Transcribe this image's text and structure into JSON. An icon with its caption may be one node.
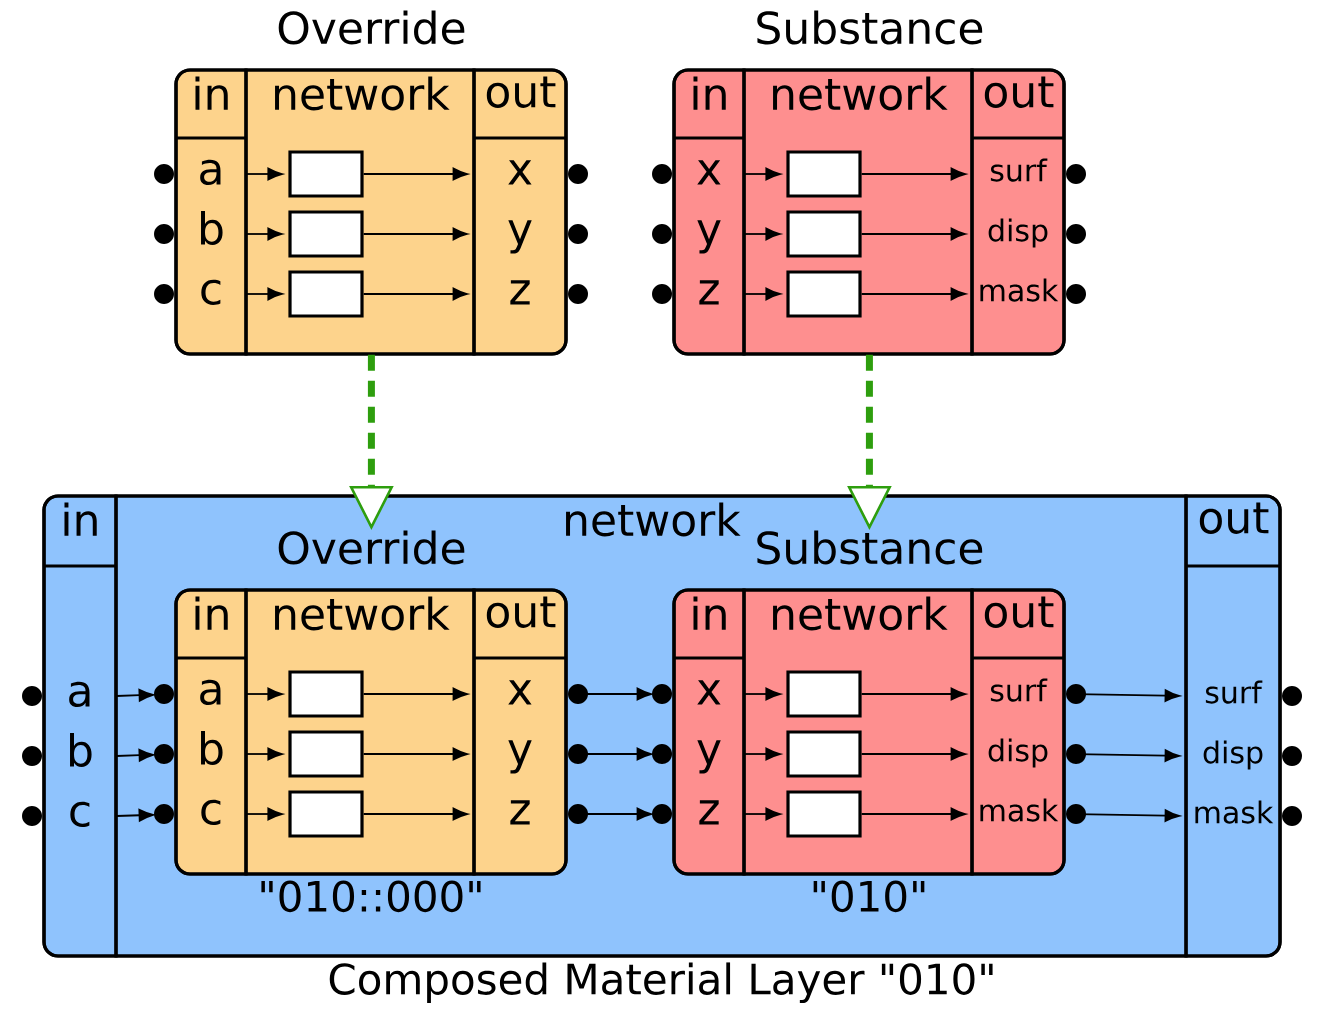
{
  "diagram": {
    "nodes": [
      {
        "text": [
          "Override"
        ]
      },
      {
        "text": [
          "in"
        ],
        "in": 0
      },
      {
        "text": [
          "network"
        ],
        "in": 0
      },
      {
        "text": [
          "out"
        ],
        "in": 0
      },
      {
        "text": [
          "a"
        ],
        "in": 1
      },
      {
        "text": [
          "b"
        ],
        "in": 1
      },
      {
        "text": [
          "c"
        ],
        "in": 1
      },
      {
        "text": [],
        "shape": "box",
        "in": 2
      },
      {
        "text": [],
        "shape": "box",
        "in": 2
      },
      {
        "text": [],
        "shape": "box",
        "in": 2
      },
      {
        "text": [
          "x"
        ],
        "in": 3
      },
      {
        "text": [
          "y"
        ],
        "in": 3
      },
      {
        "text": [
          "z"
        ],
        "in": 3
      },
      {
        "text": [
          "Substance"
        ]
      },
      {
        "text": [
          "in"
        ],
        "in": 13
      },
      {
        "text": [
          "network"
        ],
        "in": 13
      },
      {
        "text": [
          "out"
        ],
        "in": 13
      },
      {
        "text": [
          "x"
        ],
        "in": 14
      },
      {
        "text": [
          "y"
        ],
        "in": 14
      },
      {
        "text": [
          "z"
        ],
        "in": 14
      },
      {
        "text": [],
        "shape": "box",
        "in": 15
      },
      {
        "text": [],
        "shape": "box",
        "in": 15
      },
      {
        "text": [],
        "shape": "box",
        "in": 15
      },
      {
        "text": [
          "surf"
        ],
        "in": 16
      },
      {
        "text": [
          "disp"
        ],
        "in": 16
      },
      {
        "text": [
          "mask"
        ],
        "in": 16
      },
      {
        "text": [],
        "shape": "box",
        "beside": [
          "Composed Material Layer \"010\""
        ]
      },
      {
        "text": [
          "in"
        ],
        "in": 26
      },
      {
        "text": [
          "network"
        ],
        "in": 26
      },
      {
        "text": [
          "out"
        ],
        "in": 26
      },
      {
        "text": [
          "a"
        ],
        "in": 27
      },
      {
        "text": [
          "b"
        ],
        "in": 27
      },
      {
        "text": [
          "c"
        ],
        "in": 27
      },
      {
        "text": [
          "Override"
        ],
        "in": 28,
        "beside": [
          "\"010::000\""
        ]
      },
      {
        "text": [
          "in"
        ],
        "in": 33
      },
      {
        "text": [
          "network"
        ],
        "in": 33
      },
      {
        "text": [
          "out"
        ],
        "in": 33
      },
      {
        "text": [
          "a"
        ],
        "in": 34
      },
      {
        "text": [
          "b"
        ],
        "in": 34
      },
      {
        "text": [
          "c"
        ],
        "in": 34
      },
      {
        "text": [],
        "shape": "box",
        "in": 35
      },
      {
        "text": [],
        "shape": "box",
        "in": 35
      },
      {
        "text": [],
        "shape": "box",
        "in": 35
      },
      {
        "text": [
          "x"
        ],
        "in": 36
      },
      {
        "text": [
          "y"
        ],
        "in": 36
      },
      {
        "text": [
          "z"
        ],
        "in": 36
      },
      {
        "text": [
          "Substance"
        ],
        "in": 28,
        "beside": [
          "\"010\""
        ]
      },
      {
        "text": [
          "in"
        ],
        "in": 46
      },
      {
        "text": [
          "network"
        ],
        "in": 46
      },
      {
        "text": [
          "out"
        ],
        "in": 46
      },
      {
        "text": [
          "x"
        ],
        "in": 47
      },
      {
        "text": [
          "y"
        ],
        "in": 47
      },
      {
        "text": [
          "z"
        ],
        "in": 47
      },
      {
        "text": [],
        "shape": "box",
        "in": 48
      },
      {
        "text": [],
        "shape": "box",
        "in": 48
      },
      {
        "text": [],
        "shape": "box",
        "in": 48
      },
      {
        "text": [
          "surf"
        ],
        "in": 49
      },
      {
        "text": [
          "disp"
        ],
        "in": 49
      },
      {
        "text": [
          "mask"
        ],
        "in": 49
      },
      {
        "text": [
          "surf"
        ],
        "in": 29
      },
      {
        "text": [
          "disp"
        ],
        "in": 29
      },
      {
        "text": [
          "mask"
        ],
        "in": 29
      }
    ],
    "edges": [
      {
        "from": 4,
        "to": 7,
        "arrow": "to"
      },
      {
        "from": 7,
        "to": 10,
        "arrow": "to"
      },
      {
        "from": 5,
        "to": 8,
        "arrow": "to"
      },
      {
        "from": 8,
        "to": 11,
        "arrow": "to"
      },
      {
        "from": 6,
        "to": 9,
        "arrow": "to"
      },
      {
        "from": 9,
        "to": 12,
        "arrow": "to"
      },
      {
        "from": 17,
        "to": 20,
        "arrow": "to"
      },
      {
        "from": 20,
        "to": 23,
        "arrow": "to"
      },
      {
        "from": 18,
        "to": 21,
        "arrow": "to"
      },
      {
        "from": 21,
        "to": 24,
        "arrow": "to"
      },
      {
        "from": 19,
        "to": 22,
        "arrow": "to"
      },
      {
        "from": 22,
        "to": 25,
        "arrow": "to"
      },
      {
        "from": 0,
        "to": 33,
        "arrow": "to",
        "style": "dashed",
        "color": "#2e9e0e"
      },
      {
        "from": 13,
        "to": 46,
        "arrow": "to",
        "style": "dashed",
        "color": "#2e9e0e"
      },
      {
        "from": 30,
        "to": 37,
        "arrow": "to"
      },
      {
        "from": 31,
        "to": 38,
        "arrow": "to"
      },
      {
        "from": 32,
        "to": 39,
        "arrow": "to"
      },
      {
        "from": 37,
        "to": 40,
        "arrow": "to"
      },
      {
        "from": 40,
        "to": 43,
        "arrow": "to"
      },
      {
        "from": 38,
        "to": 41,
        "arrow": "to"
      },
      {
        "from": 41,
        "to": 44,
        "arrow": "to"
      },
      {
        "from": 39,
        "to": 42,
        "arrow": "to"
      },
      {
        "from": 42,
        "to": 45,
        "arrow": "to"
      },
      {
        "from": 43,
        "to": 50,
        "arrow": "to"
      },
      {
        "from": 44,
        "to": 51,
        "arrow": "to"
      },
      {
        "from": 45,
        "to": 52,
        "arrow": "to"
      },
      {
        "from": 50,
        "to": 53,
        "arrow": "to"
      },
      {
        "from": 53,
        "to": 56,
        "arrow": "to"
      },
      {
        "from": 51,
        "to": 54,
        "arrow": "to"
      },
      {
        "from": 54,
        "to": 57,
        "arrow": "to"
      },
      {
        "from": 52,
        "to": 55,
        "arrow": "to"
      },
      {
        "from": 55,
        "to": 58,
        "arrow": "to"
      },
      {
        "from": 56,
        "to": 59,
        "arrow": "to"
      },
      {
        "from": 57,
        "to": 60,
        "arrow": "to"
      },
      {
        "from": 58,
        "to": 61,
        "arrow": "to"
      }
    ]
  }
}
